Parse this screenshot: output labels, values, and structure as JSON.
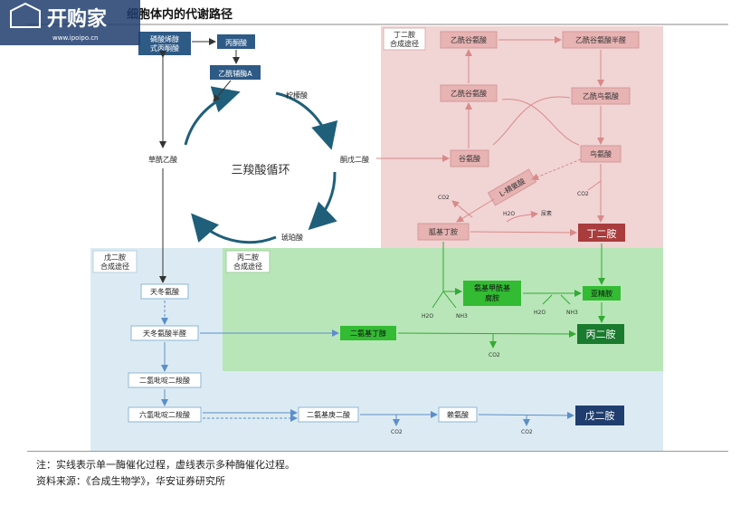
{
  "title": "细胞体内的代谢路径",
  "watermark": {
    "brand": "开购家",
    "url": "www.ipoipo.cn"
  },
  "regions": {
    "putrescine": "丁二胺\n合成途径",
    "cadaverine": "戊二胺\n合成途径",
    "propanediamine": "丙二胺\n合成途径"
  },
  "cycle_label": "三羧酸循环",
  "nodes": {
    "pep": "磷酸烯醇\n式丙酮酸",
    "pyruvate": "丙酮酸",
    "acetyl_coa": "乙酰辅酶A",
    "citrate": "柠檬酸",
    "akg": "酮戊二酸",
    "oaa": "草酰乙酸",
    "succinate": "琥珀酸",
    "acetylglu": "乙酰谷氨酸",
    "acetylglusa": "乙酰谷氨酸半醛",
    "acetylglup": "乙酰谷氨酸",
    "acetylorn": "乙酰鸟氨酸",
    "glutamate": "谷氨酸",
    "ornithine": "鸟氨酸",
    "l_ornithine": "L-精氨酸",
    "agmatine": "胍基丁胺",
    "putrescine": "丁二胺",
    "aspartate": "天冬氨酸",
    "asp_sa": "天冬氨酸半醛",
    "dihydro_dpa": "二氢吡啶二羧酸",
    "tetrahydro_dpa": "六氢吡啶二羧酸",
    "diaminopimelate": "二氨基庚二酸",
    "lysine": "赖氨酸",
    "cadaverine": "戊二胺",
    "dab": "二氨基丁醇",
    "carbamoyl": "氨基甲酰基\n腐胺",
    "spermidine": "亚精胺",
    "propanediamine": "丙二胺"
  },
  "small_labels": {
    "co2": "CO2",
    "h2o": "H2O",
    "nh3": "NH3",
    "urea": "尿素"
  },
  "footer": {
    "note": "注：实线表示单一酶催化过程，虚线表示多种酶催化过程。",
    "source": "资料来源：《合成生物学》，华安证券研究所"
  }
}
